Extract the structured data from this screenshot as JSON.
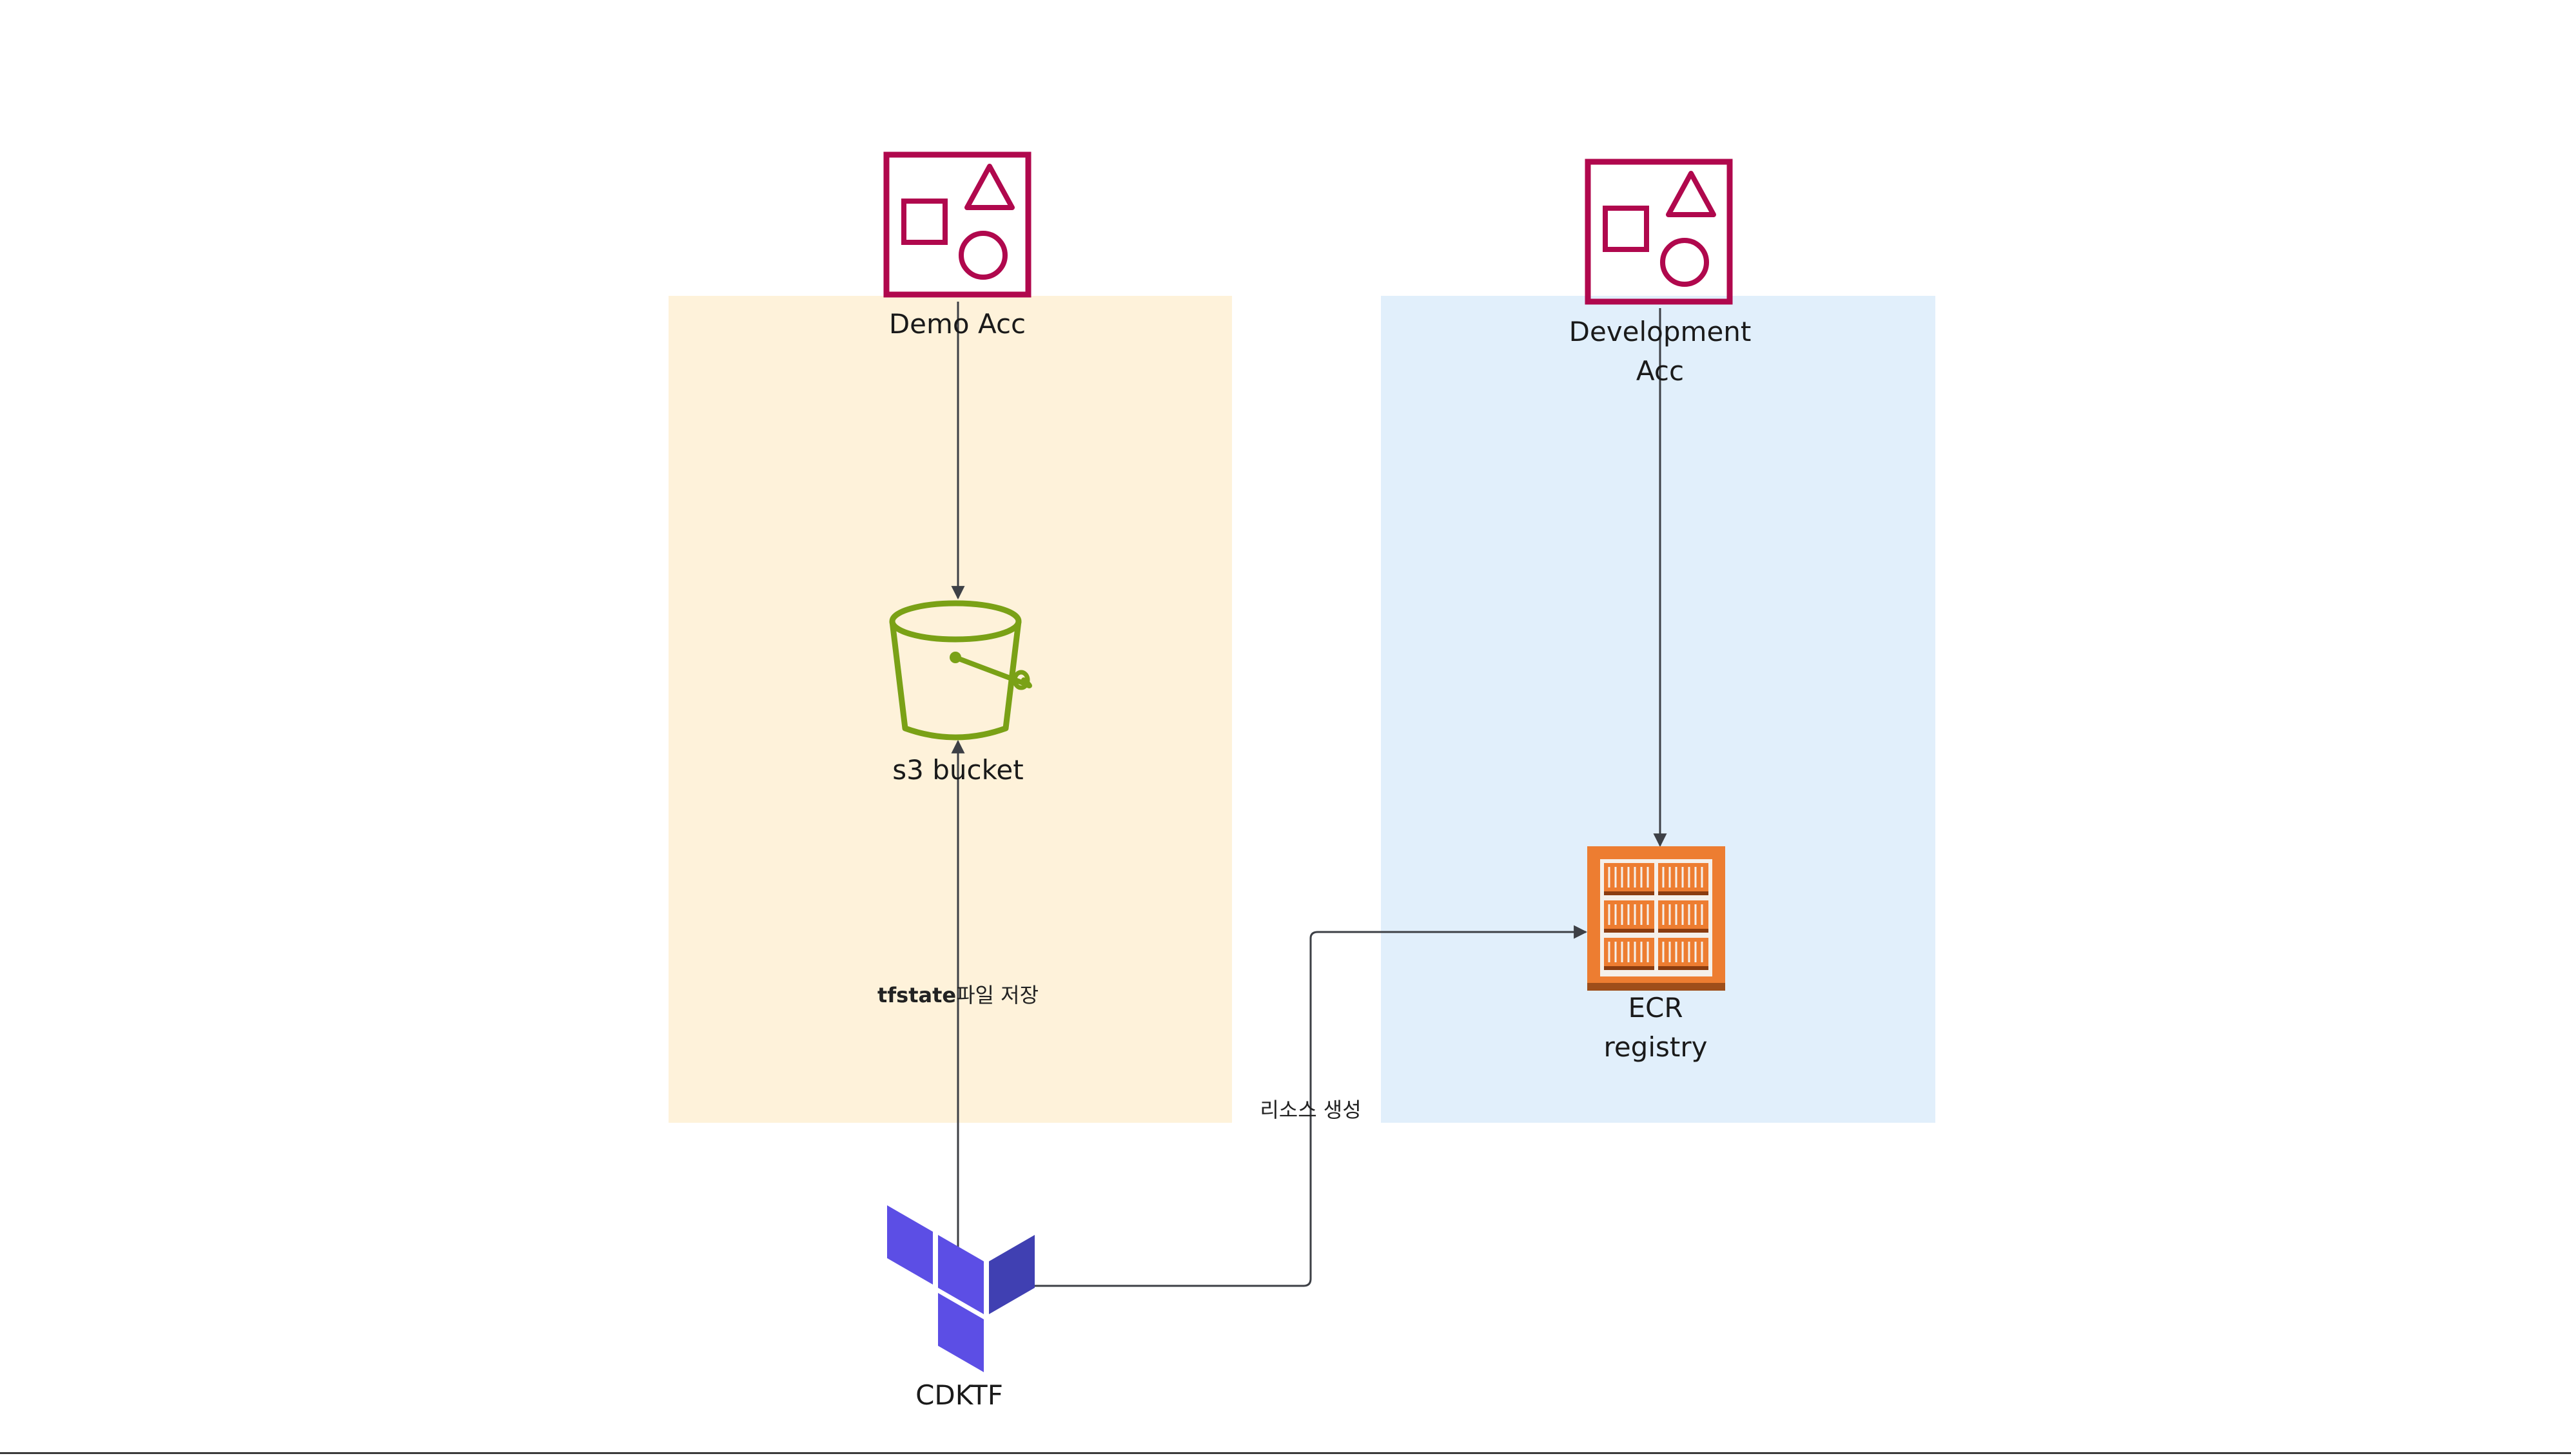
{
  "colors": {
    "demo_region": "#fef2da",
    "dev_region": "#e1effb",
    "account_icon": "#b0084d",
    "s3_icon": "#7aa116",
    "ecr_orange": "#ed7d31",
    "terraform_purple": "#5c4ee5",
    "edge": "#3d4046"
  },
  "nodes": {
    "demo_acc": {
      "label": "Demo Acc",
      "icon": "aws-account-icon"
    },
    "dev_acc": {
      "label": "Development\nAcc",
      "icon": "aws-account-icon"
    },
    "s3": {
      "label": "s3 bucket",
      "icon": "s3-bucket-icon"
    },
    "ecr": {
      "label": "ECR\nregistry",
      "icon": "ecr-registry-icon"
    },
    "cdktf": {
      "label": "CDKTF",
      "icon": "terraform-icon"
    }
  },
  "edges": {
    "tfstate": {
      "bold": "tfstate",
      "rest": "파일 저장"
    },
    "resource": {
      "label": "리소스 생성"
    }
  }
}
